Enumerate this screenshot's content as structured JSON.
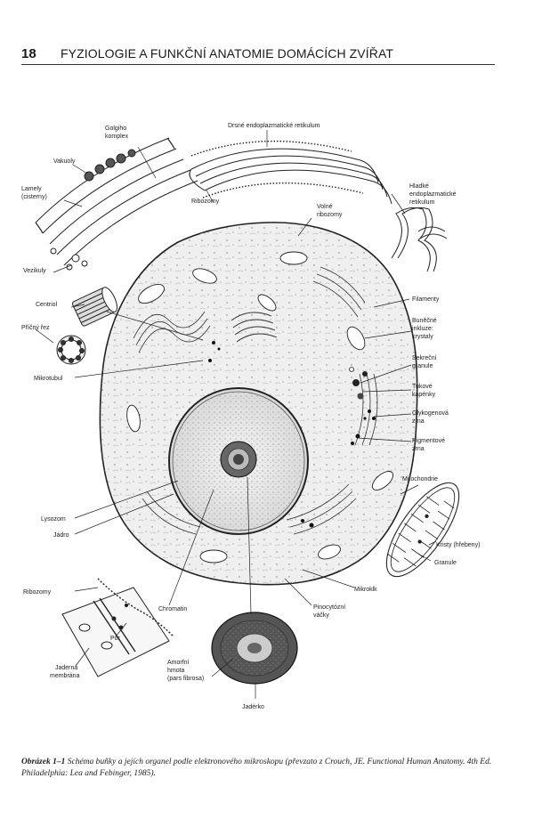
{
  "header": {
    "page_number": "18",
    "title": "FYZIOLOGIE A FUNKČNÍ ANATOMIE DOMÁCÍCH ZVÍŘAT"
  },
  "figure": {
    "labels": {
      "golgi": [
        "Golgiho",
        "komplex"
      ],
      "rough_er": "Drsné endoplazmatické retikulum",
      "vacuoles": "Vakuoly",
      "lamellae": [
        "Lamely",
        "(cisterny)"
      ],
      "ribosomes_er": "Ribozomy",
      "smooth_er": [
        "Hladké",
        "endoplazmatické",
        "retikulum"
      ],
      "free_ribosomes": [
        "Volné",
        "ribozomy"
      ],
      "vesicles": "Vezikuly",
      "filaments": "Filamenty",
      "centriole": "Centriol",
      "cross_section": "Příčný řez",
      "inclusions": [
        "Buněčné",
        "inkluze:",
        "krystaly"
      ],
      "secretory": [
        "Sekreční",
        "granule"
      ],
      "microtubule": "Mikrotubul",
      "fat_droplets": [
        "Tukové",
        "kapénky"
      ],
      "glycogen": [
        "Glykogenová",
        "zrna"
      ],
      "pigment": [
        "Pigmentové",
        "zrna"
      ],
      "mitochondria": "Mitochondrie",
      "lysosome": "Lysozom",
      "nucleus": "Jádro",
      "cristae": "Kristy (hřebeny)",
      "granules": "Granule",
      "ribosomes": "Ribozomy",
      "microvillus": "Mikroklk",
      "chromatin": "Chromatin",
      "pinocytotic": [
        "Pinocytózní",
        "váčky"
      ],
      "pore": "Pór",
      "nuclear_membrane": [
        "Jaderná",
        "membrána"
      ],
      "amorphous": [
        "Amorfní",
        "hmota",
        "(pars fibrosa)"
      ],
      "nucleolus": "Jadérko"
    }
  },
  "caption": {
    "label": "Obrázek 1–1",
    "text": " Schéma buňky a jejích organel podle elektronového mikroskopu (převzato z Crouch, JE. Functional Human Anatomy. 4th Ed. Philadelphia: Lea and Febinger, 1985)."
  }
}
